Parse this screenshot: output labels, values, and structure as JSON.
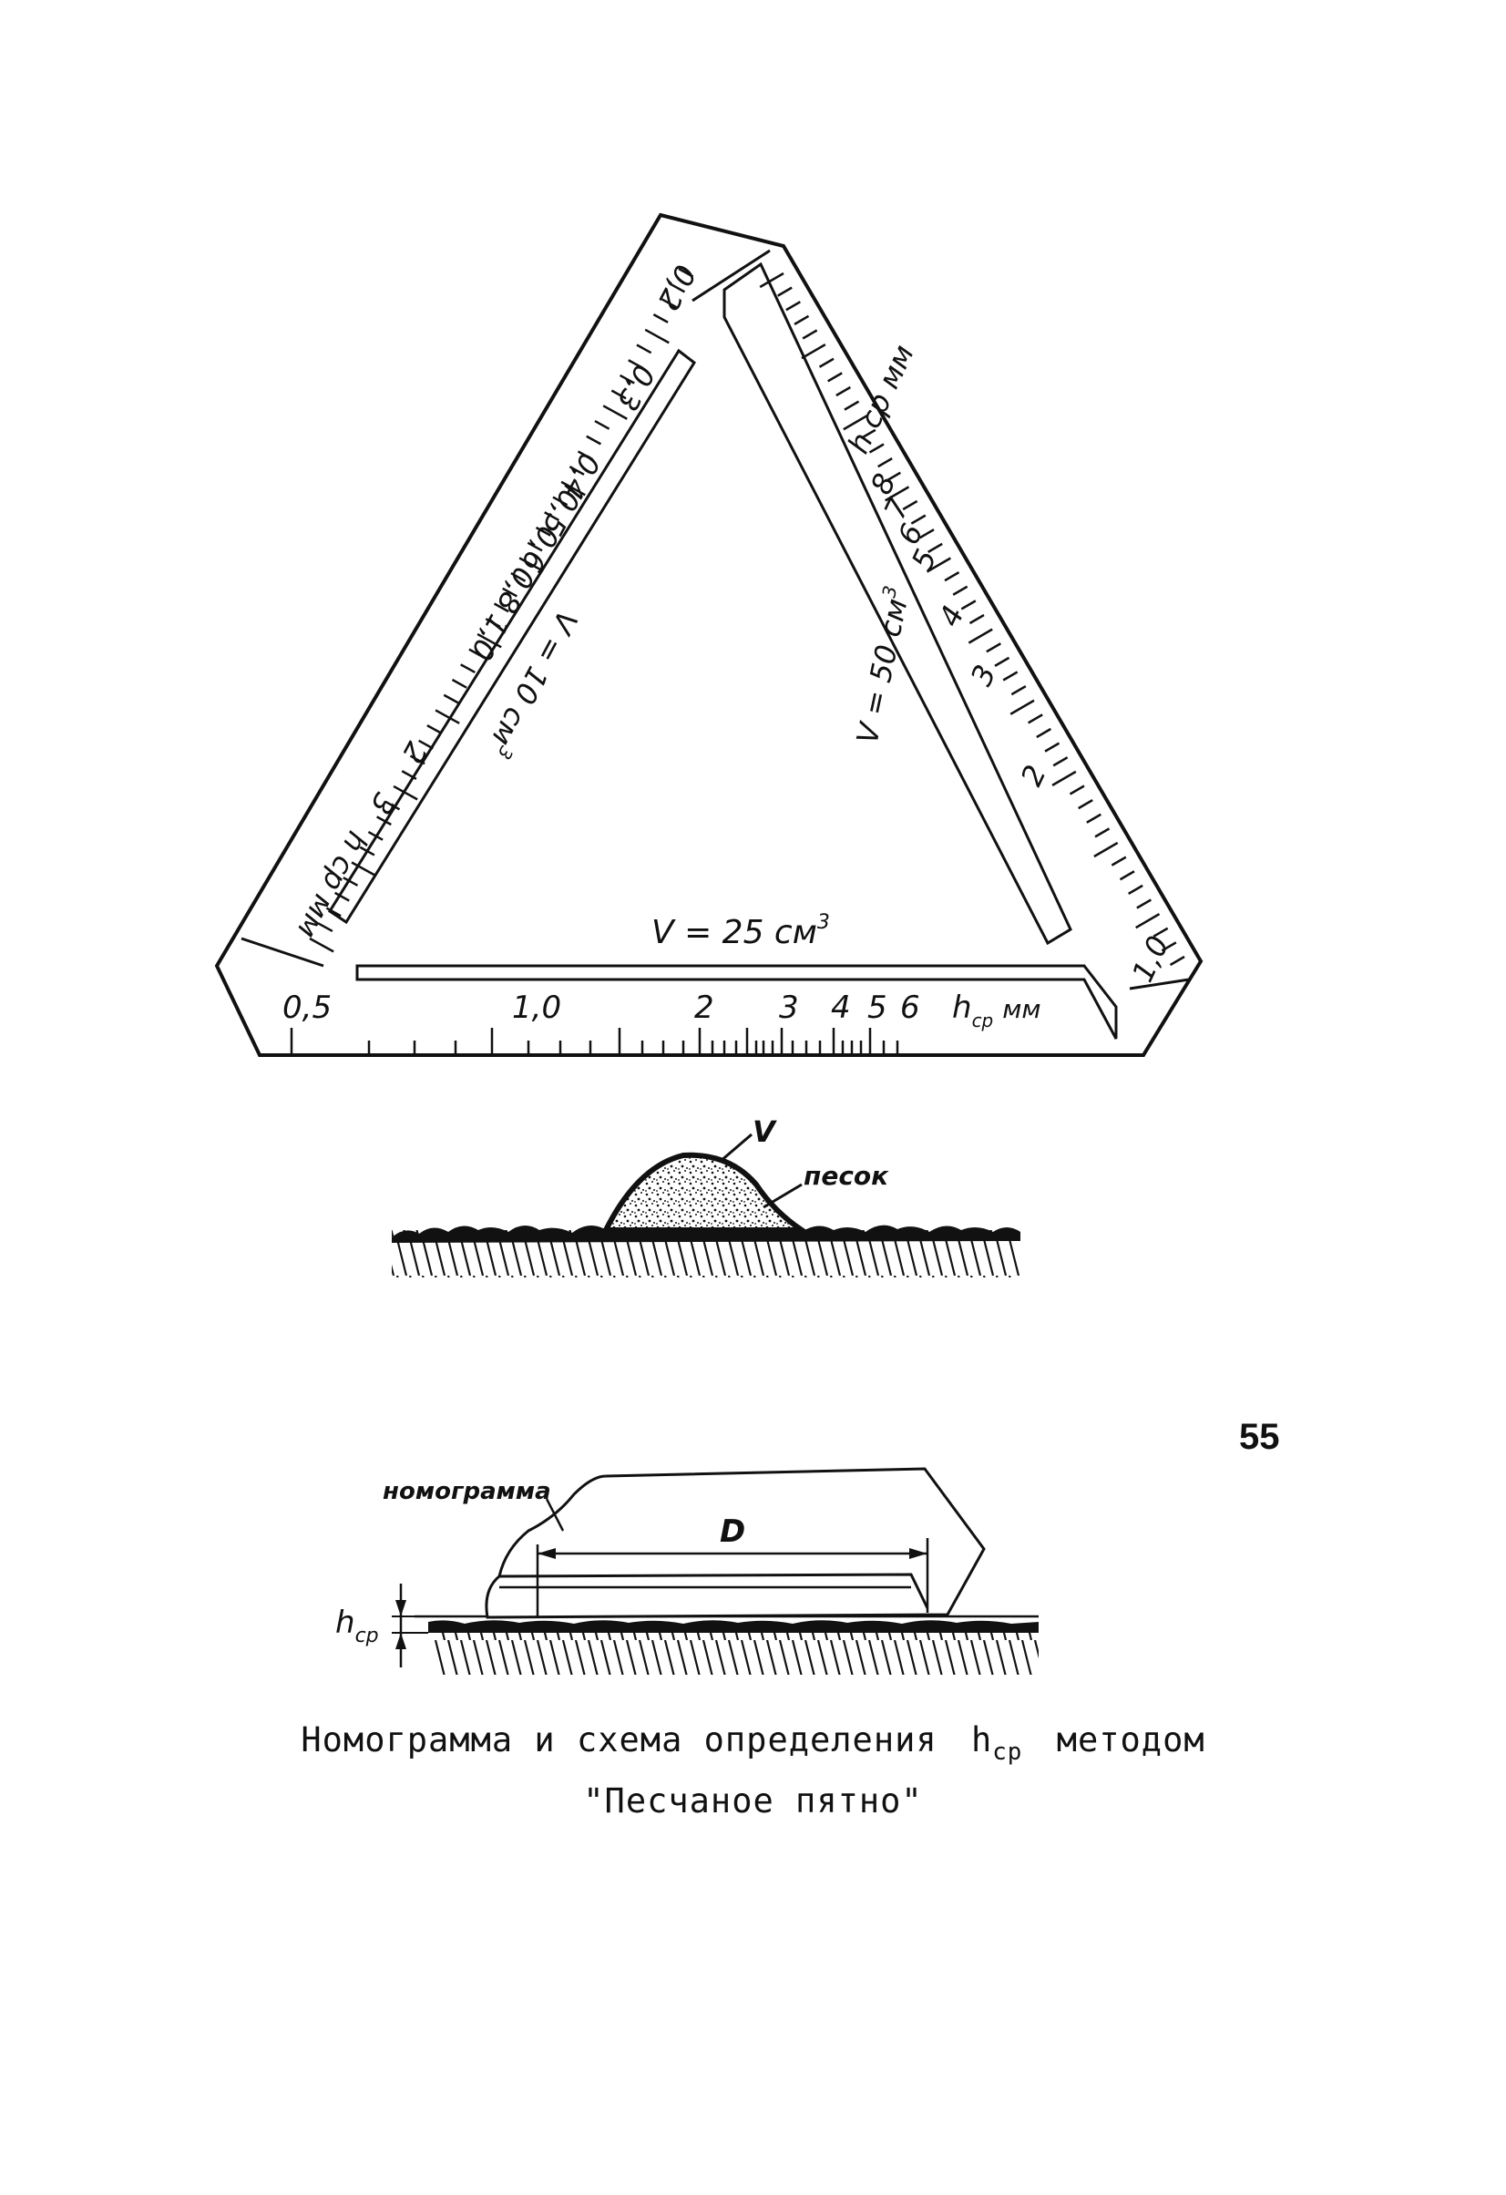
{
  "nomogram": {
    "bottom_scale": {
      "ticks": [
        "0,5",
        "1,0",
        "2",
        "3",
        "4",
        "5",
        "6"
      ],
      "unit_h": "h",
      "unit_sub": "ср",
      "unit_mm": "мм",
      "volume_label": "V = 25 см",
      "volume_sup": "3"
    },
    "left_scale": {
      "ticks": [
        "0,2",
        "0,3",
        "0,4",
        "0,5",
        "0,6",
        "0,8",
        "1,0",
        "2",
        "3"
      ],
      "unit": "h ср мм",
      "volume_label": "V = 10 см",
      "volume_sup": "3"
    },
    "right_scale": {
      "ticks": [
        "1,0",
        "2",
        "3",
        "4",
        "5",
        "6",
        "7",
        "8"
      ],
      "unit": "h ср мм",
      "volume_label": "V = 50 см",
      "volume_sup": "3"
    }
  },
  "sand_scheme": {
    "v_label": "V",
    "sand_label": "песок"
  },
  "measure_scheme": {
    "nomogram_label": "номограмма",
    "d_label": "D",
    "h_label": "h",
    "h_sub": "ср"
  },
  "caption": {
    "line1_prefix": "Номограмма и схема определения",
    "line1_h": "h",
    "line1_sub": "ср",
    "line1_suffix": "методом",
    "line2": "\"Песчаное пятно\""
  },
  "page_number": "55"
}
